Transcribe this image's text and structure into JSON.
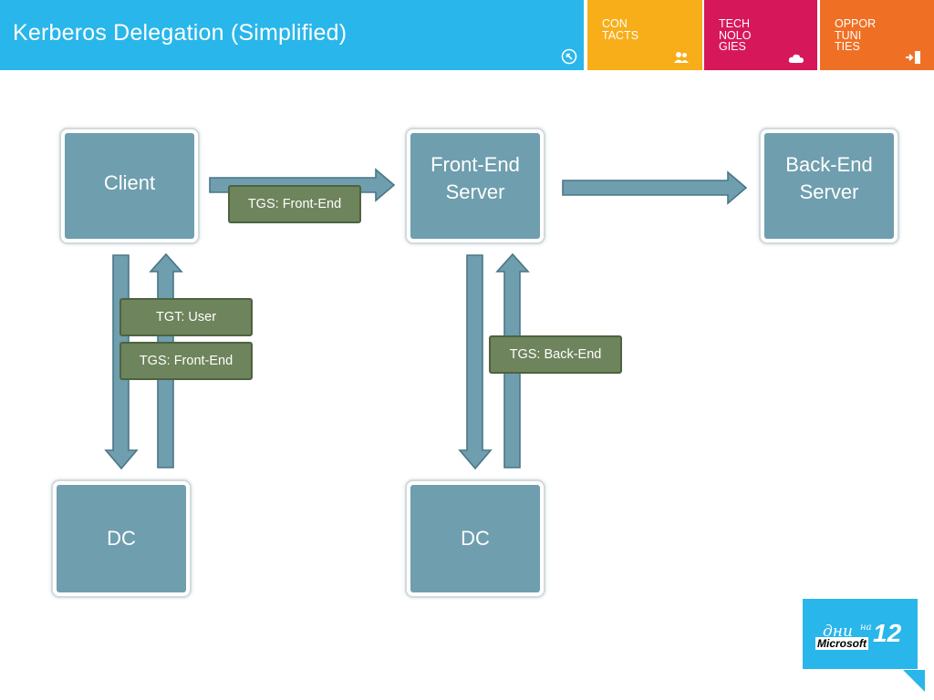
{
  "header": {
    "title": "Kerberos Delegation (Simplified)",
    "home_icon": "arrow-circle-icon",
    "tiles": [
      {
        "label": "CON\nTACTS",
        "icon": "people-icon",
        "color": "#f8ae19"
      },
      {
        "label": "TECH\nNOLO\nGIES",
        "icon": "cloud-icon",
        "color": "#d6185b"
      },
      {
        "label": "OPPOR\nTUNI\nTIES",
        "icon": "exit-door-icon",
        "color": "#ef7024"
      }
    ]
  },
  "diagram": {
    "nodes": {
      "client": "Client",
      "front_end": "Front-End\nServer",
      "back_end": "Back-End\nServer",
      "dc_left": "DC",
      "dc_right": "DC"
    },
    "labels": {
      "tgs_front_end_top": "TGS: Front-End",
      "tgt_user": "TGT: User",
      "tgs_front_end_left": "TGS: Front-End",
      "tgs_back_end": "TGS: Back-End"
    },
    "colors": {
      "node_fill": "#6f9eae",
      "label_fill": "#6e845c",
      "header_blue": "#29b6ea"
    }
  },
  "logo": {
    "text_a": "дни",
    "text_b": "на",
    "brand": "Microsoft",
    "number": "12"
  }
}
